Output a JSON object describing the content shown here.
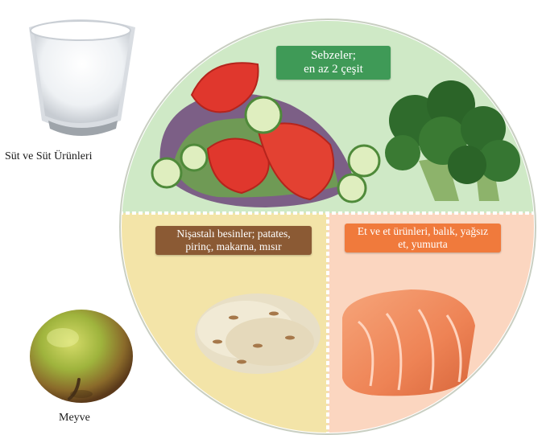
{
  "side_items": {
    "dairy_label": "Süt ve Süt Ürünleri",
    "fruit_label": "Meyve"
  },
  "plate": {
    "vegetables": {
      "line1": "Sebzeler;",
      "line2": "en az 2 çeşit"
    },
    "starches": {
      "line1": "Nişastalı besinler; patates,",
      "line2": "pirinç, makarna, mısır"
    },
    "proteins": {
      "line1": "Et ve et ürünleri, balık, yağsız",
      "line2": "et, yumurta"
    }
  },
  "colors": {
    "vegetables_section": "#cfe9c6",
    "starches_section": "#f3e4a8",
    "proteins_section": "#fbd6c0",
    "vegetables_label": "#3f9a57",
    "starches_label": "#8b5a34",
    "proteins_label": "#f07a3c"
  }
}
